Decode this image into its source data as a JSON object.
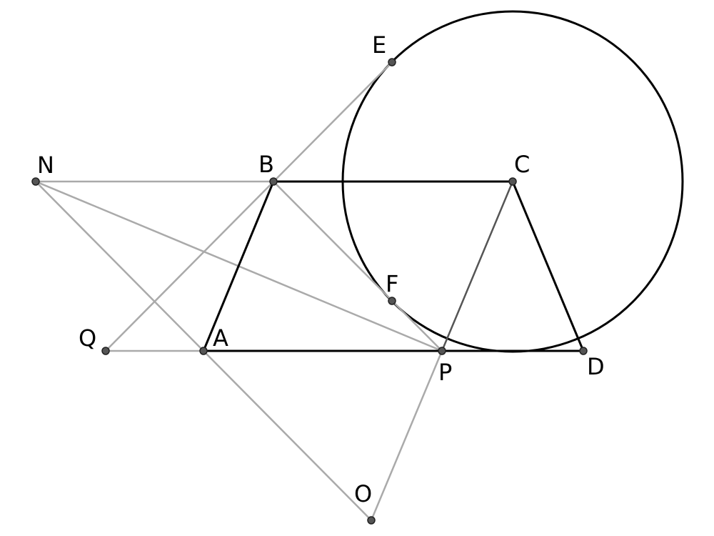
{
  "points": {
    "A": "A",
    "B": "B",
    "C": "C",
    "D": "D",
    "E": "E",
    "F": "F",
    "N": "N",
    "O": "O",
    "P": "P",
    "Q": "Q"
  },
  "colors": {
    "primary": "#000000",
    "secondary": "#aaaaaa",
    "point_fill": "#555555"
  }
}
